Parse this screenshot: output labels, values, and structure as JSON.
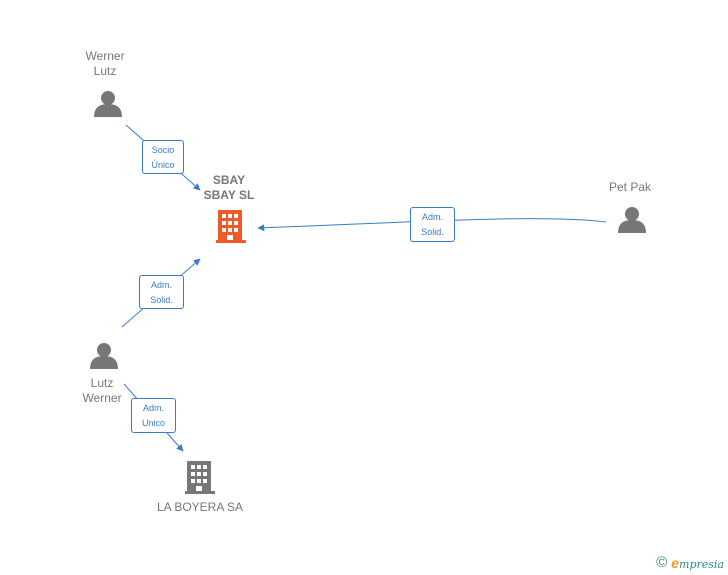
{
  "nodes": {
    "werner_lutz": {
      "line1": "Werner",
      "line2": "Lutz"
    },
    "sbay": {
      "line1": "SBAY",
      "line2": "SBAY  SL"
    },
    "pet_pak": {
      "line1": "Pet Pak"
    },
    "lutz_werner": {
      "line1": "Lutz",
      "line2": "Werner"
    },
    "la_boyera": {
      "line1": "LA BOYERA SA"
    }
  },
  "edges": {
    "socio_unico": {
      "line1": "Socio",
      "line2": "Único"
    },
    "adm_solid_pet": {
      "line1": "Adm.",
      "line2": "Solid."
    },
    "adm_solid_lutz": {
      "line1": "Adm.",
      "line2": "Solid."
    },
    "adm_unico": {
      "line1": "Adm.",
      "line2": "Unico"
    }
  },
  "brand": {
    "copyright": "©",
    "e": "e",
    "name": "mpresia"
  },
  "colors": {
    "edge": "#3a7bc8",
    "person": "#777777",
    "company_main": "#f05a28",
    "company": "#777777"
  }
}
